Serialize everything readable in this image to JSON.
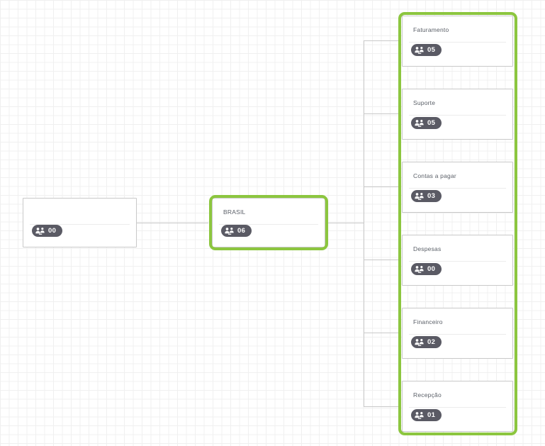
{
  "canvas": {
    "grid": true,
    "grid_size": 12.5,
    "background": "#ffffff",
    "grid_color": "#f0f0f0",
    "selection_color": "#8CC63F",
    "connector_color": "#c9c9c9",
    "badge_color": "#5a5a64",
    "title_color": "#5b6068"
  },
  "icons": {
    "users": "users-group-icon"
  },
  "nodes": {
    "root": {
      "title": "",
      "count": "00",
      "selected": false
    },
    "country": {
      "title": "BRASIL",
      "count": "06",
      "selected": true
    },
    "departments": [
      {
        "title": "Faturamento",
        "count": "05"
      },
      {
        "title": "Suporte",
        "count": "05"
      },
      {
        "title": "Contas a pagar",
        "count": "03"
      },
      {
        "title": "Despesas",
        "count": "00"
      },
      {
        "title": "Financeiro",
        "count": "02"
      },
      {
        "title": "Recepção",
        "count": "01"
      }
    ],
    "departments_selected": true
  }
}
